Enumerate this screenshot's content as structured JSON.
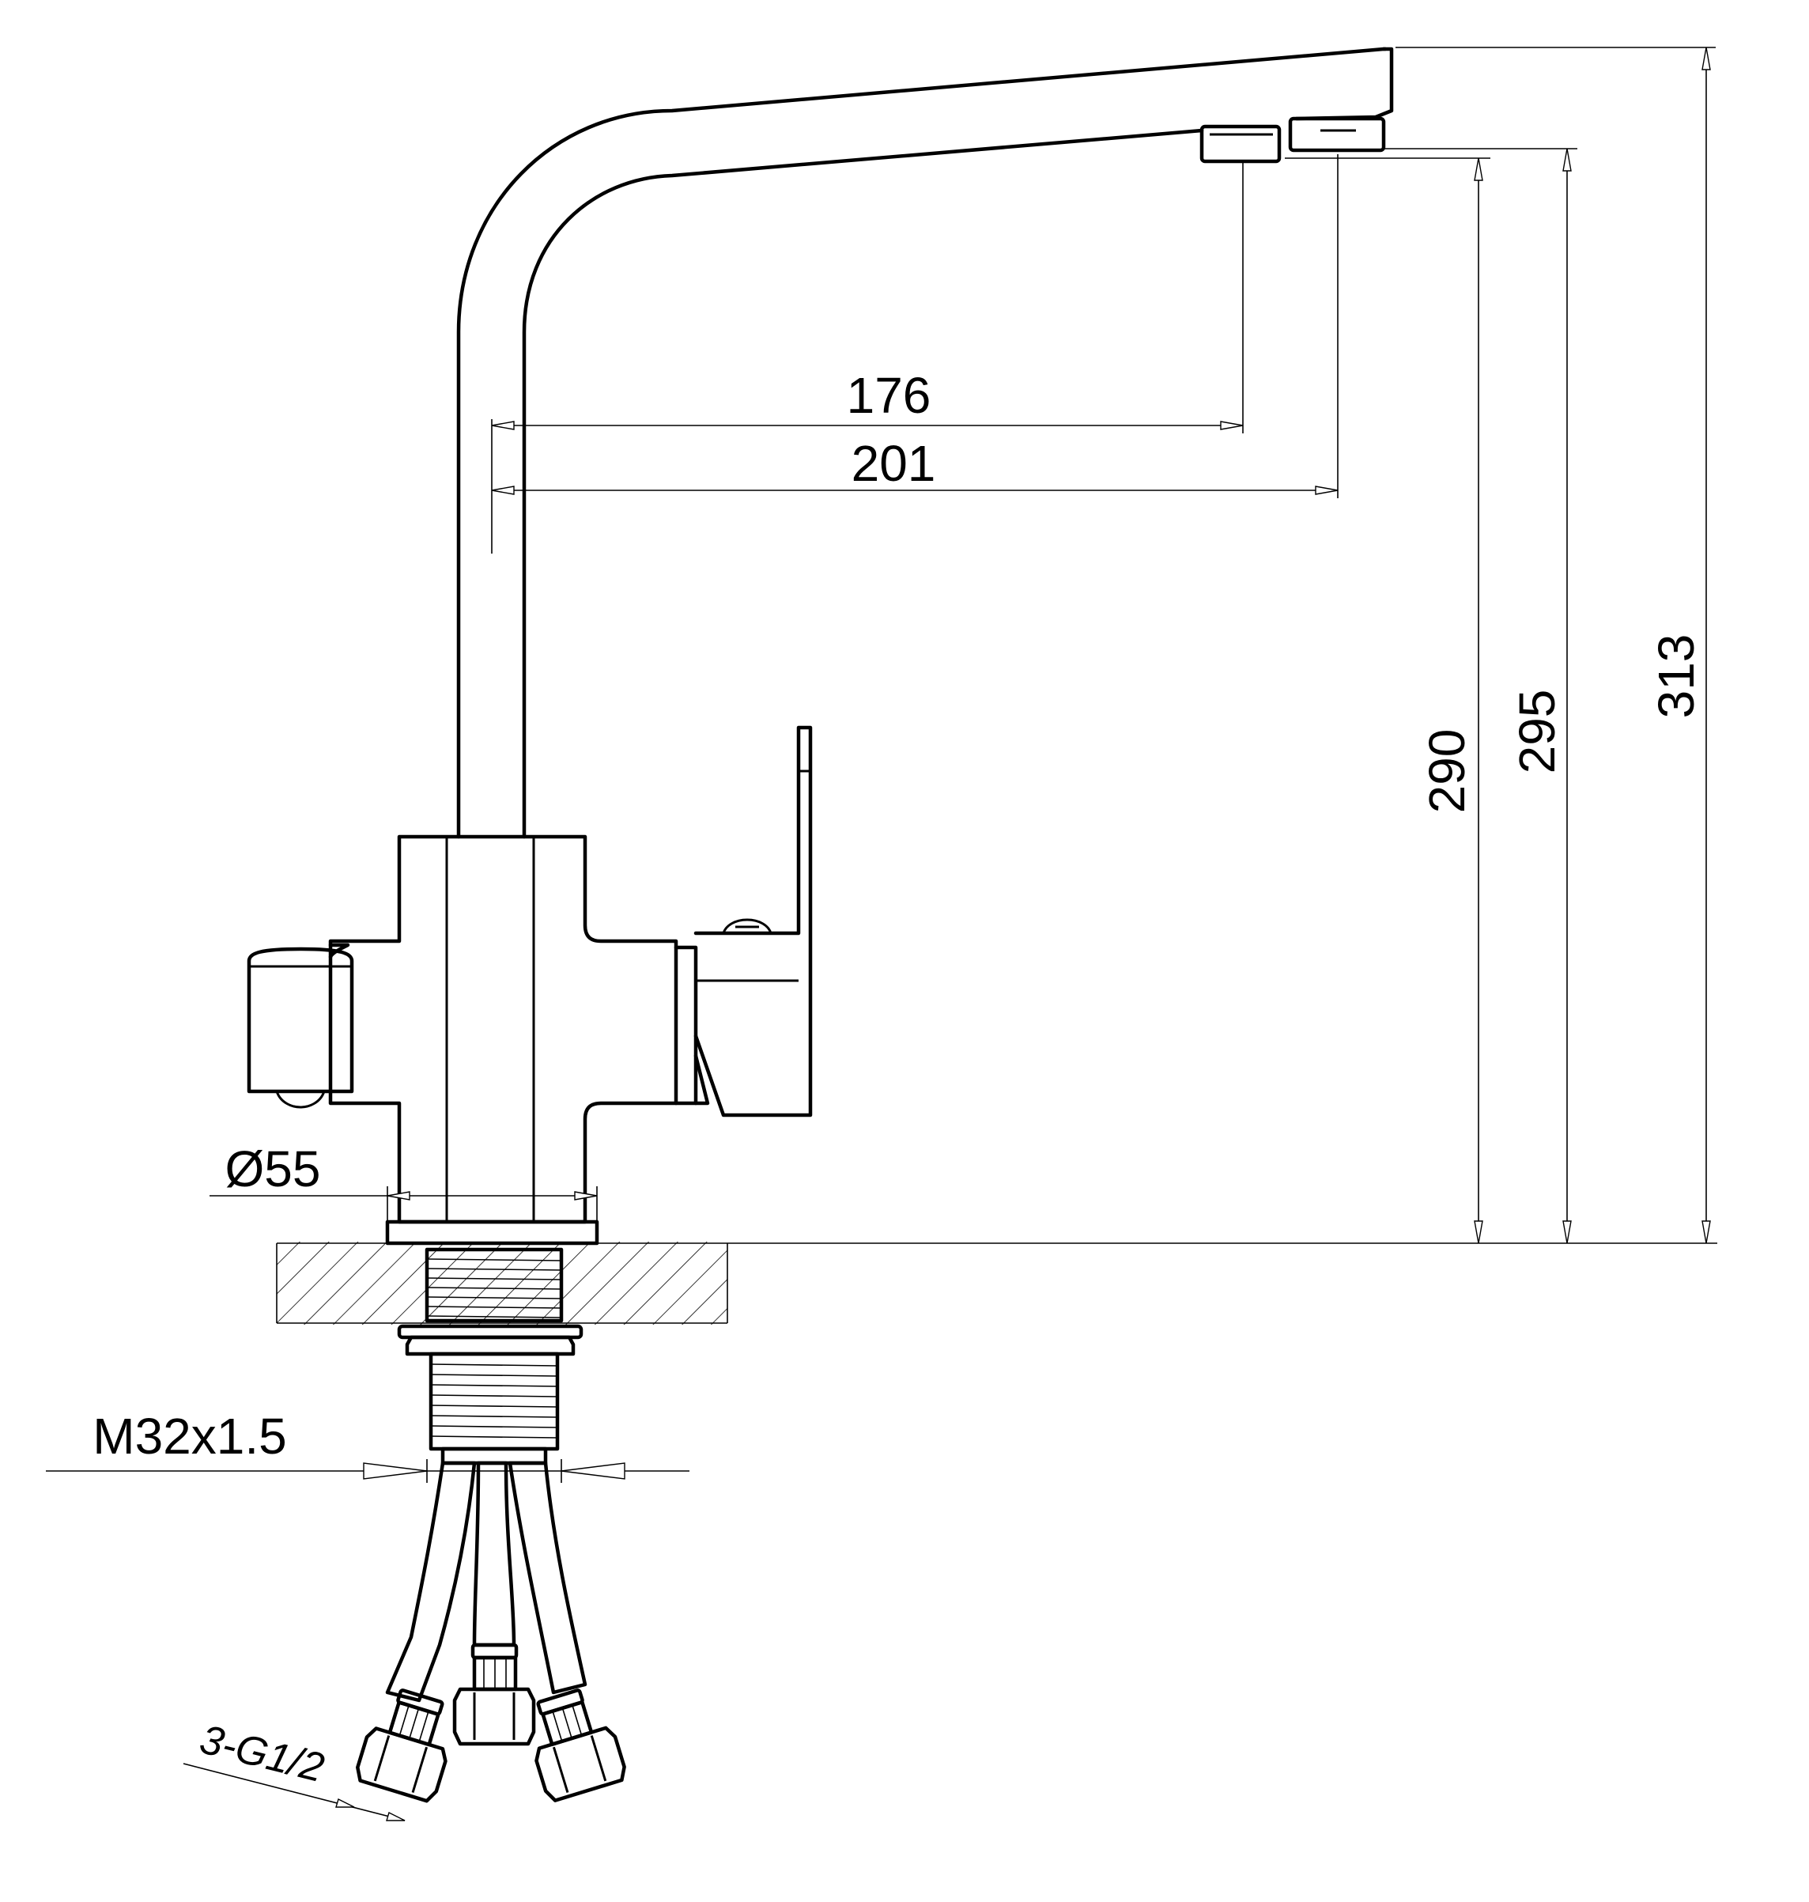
{
  "drawing": {
    "dimensions": {
      "reach_176": "176",
      "reach_201": "201",
      "height_290": "290",
      "height_295": "295",
      "height_313": "313",
      "base_diameter": "Ø55",
      "thread": "M32x1.5",
      "hose_connections": "3-G1/2"
    }
  }
}
